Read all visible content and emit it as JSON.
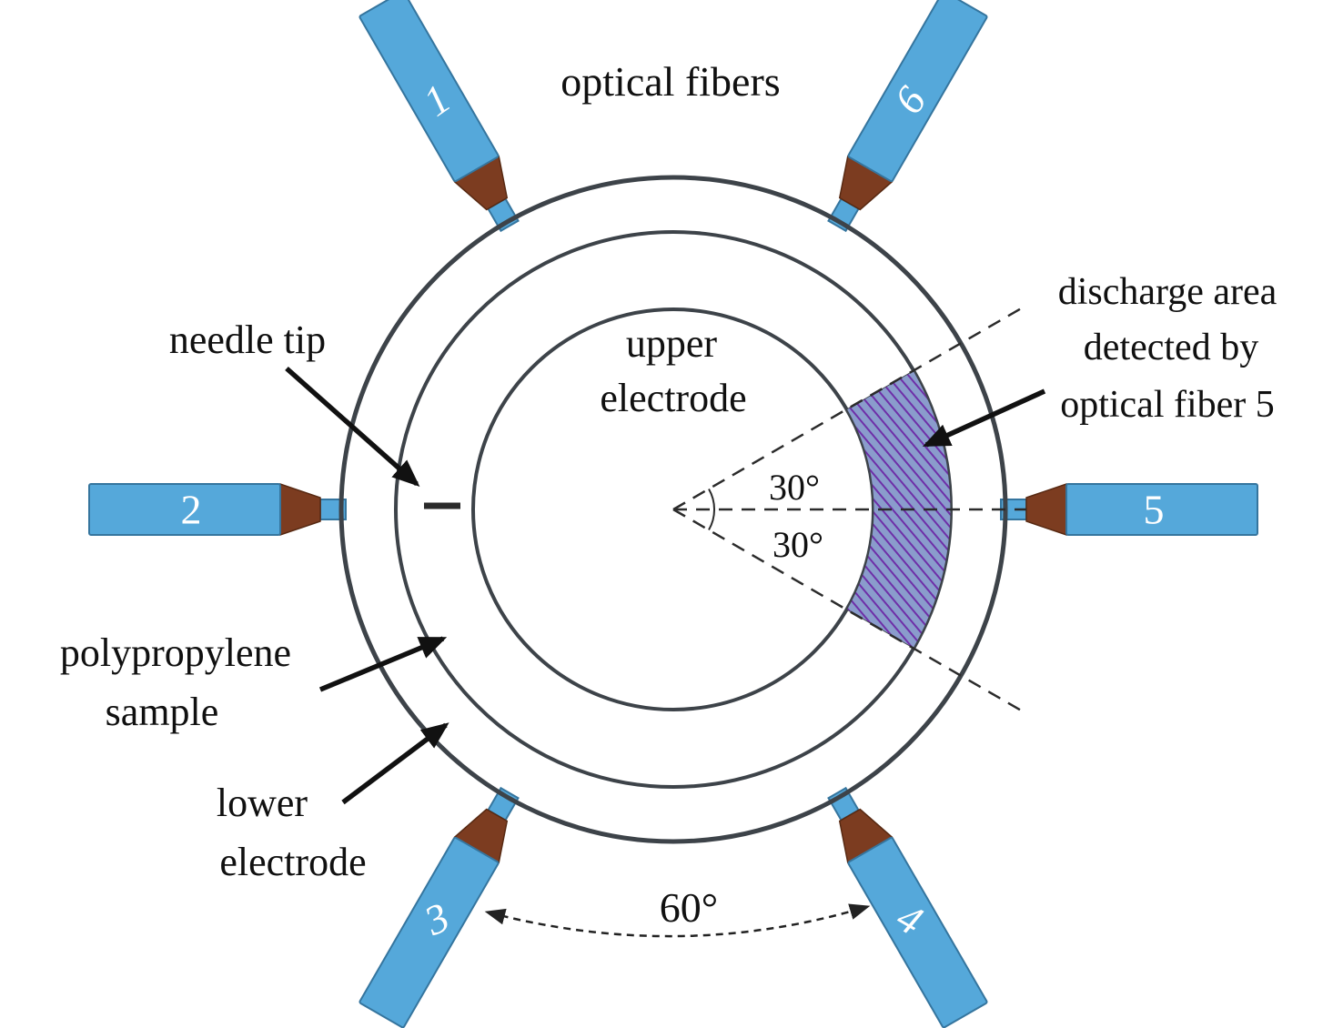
{
  "figure": {
    "title": "optical fibers",
    "labels": {
      "needle_tip": "needle tip",
      "upper_electrode": [
        "upper",
        "electrode"
      ],
      "discharge_area": [
        "discharge area",
        "detected by",
        "optical fiber 5"
      ],
      "polypropylene_sample": [
        "polypropylene",
        "sample"
      ],
      "lower_electrode": [
        "lower",
        "electrode"
      ],
      "angle_upper": "30°",
      "angle_lower": "30°",
      "angle_between_fibers": "60°"
    },
    "fibers": [
      {
        "number": "1"
      },
      {
        "number": "2"
      },
      {
        "number": "3"
      },
      {
        "number": "4"
      },
      {
        "number": "5"
      },
      {
        "number": "6"
      }
    ],
    "colors": {
      "electrode_yellow": "#d8df3d",
      "sample_blue": "#7f9dc5",
      "discharge_fill_blue": "#8a9ccc",
      "hatch_purple": "#6e2fa8",
      "fiber_blue": "#55a8da",
      "fiber_tip_brown": "#7c3c20",
      "outline_dark": "#3d4349"
    }
  }
}
